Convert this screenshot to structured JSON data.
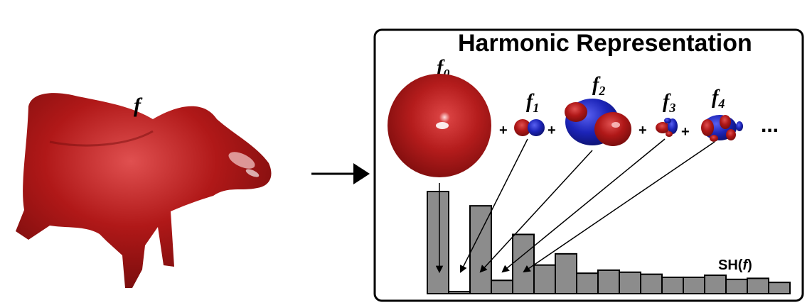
{
  "left_label": "f",
  "panel_title": "Harmonic Representation",
  "components": [
    {
      "base": "f",
      "sub": "0"
    },
    {
      "base": "f",
      "sub": "1"
    },
    {
      "base": "f",
      "sub": "2"
    },
    {
      "base": "f",
      "sub": "3"
    },
    {
      "base": "f",
      "sub": "4"
    }
  ],
  "plus_sign": "+",
  "ellipsis": "...",
  "histogram_label_prefix": "SH(",
  "histogram_label_var": "f",
  "histogram_label_suffix": ")",
  "chart_data": {
    "type": "bar",
    "values": [
      1.0,
      0.02,
      0.86,
      0.13,
      0.58,
      0.28,
      0.39,
      0.2,
      0.23,
      0.21,
      0.19,
      0.16,
      0.16,
      0.18,
      0.14,
      0.15,
      0.11
    ]
  },
  "colors": {
    "shape_red": "#9c1414",
    "lobe_red": "#b31b1b",
    "lobe_blue": "#1a22b8",
    "bar_fill": "#8c8c8c",
    "stroke": "#000000"
  }
}
